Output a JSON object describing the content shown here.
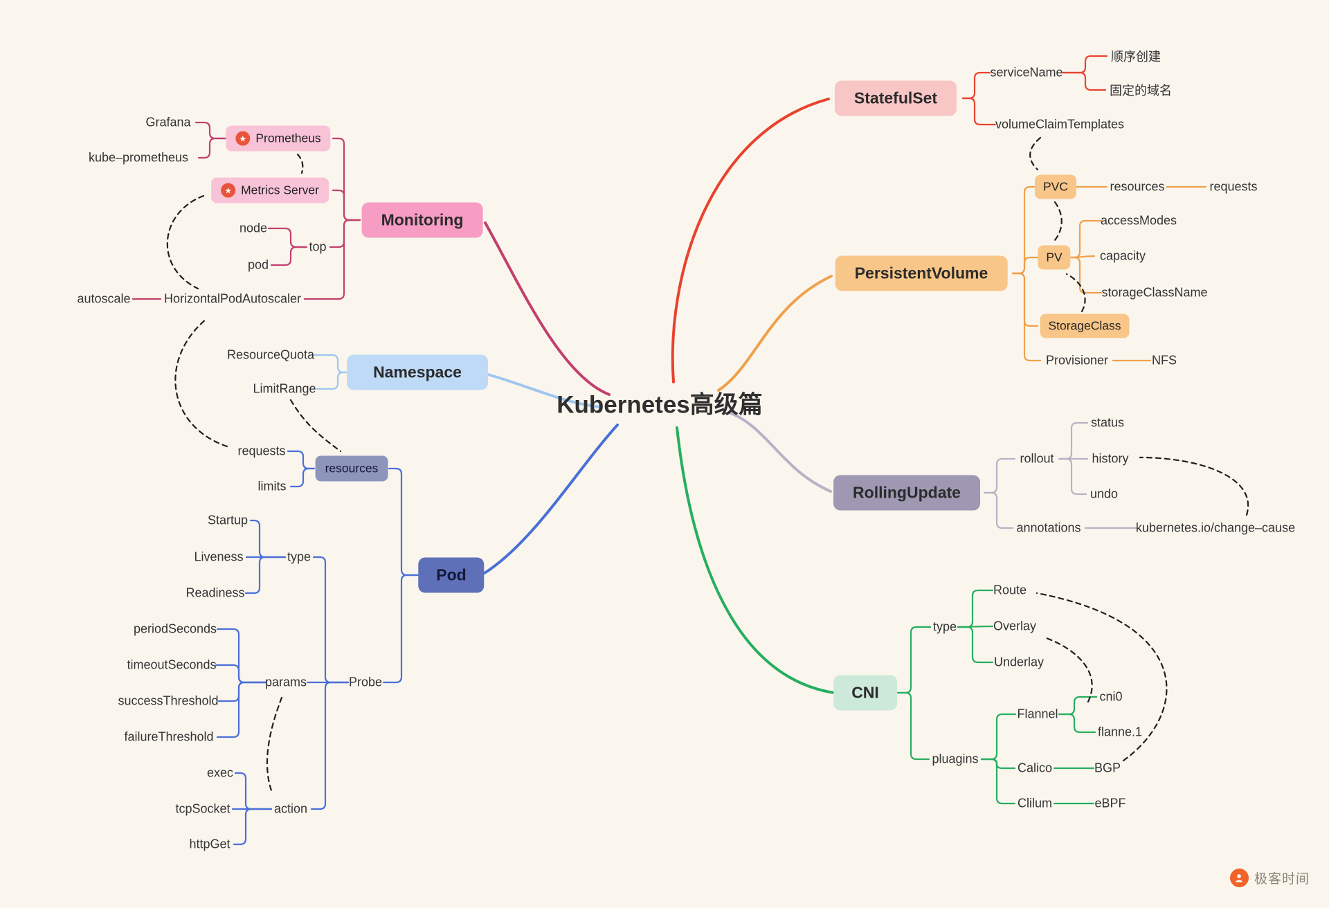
{
  "title": "Kubernetes高级篇",
  "icons": {
    "star": "★"
  },
  "colors": {
    "bg": "#FAF6EE",
    "ink": "#2B2B2B",
    "mon": "#C2406E",
    "monbg": "#F79DC4",
    "pinkbg": "#F9C3D7",
    "badge": "#E8543A",
    "ns": "#9FC6EE",
    "nsbg": "#BEDAF7",
    "pod": "#4A6FD8",
    "podbg": "#5E70B8",
    "resbg": "#8D95BA",
    "sts": "#E8432E",
    "stsbg": "#F8C6C4",
    "pv": "#F0A04B",
    "pvbg": "#F8C688",
    "ru": "#B8B2C6",
    "rubg": "#9E98B3",
    "cni": "#27AE60",
    "cnibg": "#CDE9DA",
    "arrow": "#1F1F1F",
    "logo": "#F2632A"
  },
  "monitoring": {
    "label": "Monitoring",
    "prometheus": "Prometheus",
    "grafana": "Grafana",
    "kube_prometheus": "kube–prometheus",
    "metrics_server": "Metrics Server",
    "node": "node",
    "pod": "pod",
    "top": "top",
    "autoscale": "autoscale",
    "hpa": "HorizontalPodAutoscaler"
  },
  "namespace": {
    "label": "Namespace",
    "resource_quota": "ResourceQuota",
    "limit_range": "LimitRange"
  },
  "pod": {
    "label": "Pod",
    "resources": "resources",
    "requests": "requests",
    "limits": "limits",
    "type": "type",
    "startup": "Startup",
    "liveness": "Liveness",
    "readiness": "Readiness",
    "probe": "Probe",
    "params": "params",
    "period_seconds": "periodSeconds",
    "timeout_seconds": "timeoutSeconds",
    "success_threshold": "successThreshold",
    "failure_threshold": "failureThreshold",
    "action": "action",
    "exec": "exec",
    "tcp_socket": "tcpSocket",
    "http_get": "httpGet"
  },
  "statefulset": {
    "label": "StatefulSet",
    "service_name": "serviceName",
    "ordered_creation": "顺序创建",
    "fixed_domain": "固定的域名",
    "volume_claim_templates": "volumeClaimTemplates"
  },
  "persistent_volume": {
    "label": "PersistentVolume",
    "pvc": "PVC",
    "resources": "resources",
    "requests": "requests",
    "pv": "PV",
    "access_modes": "accessModes",
    "capacity": "capacity",
    "storage_class_name": "storageClassName",
    "storage_class": "StorageClass",
    "provisioner": "Provisioner",
    "nfs": "NFS"
  },
  "rolling_update": {
    "label": "RollingUpdate",
    "rollout": "rollout",
    "status": "status",
    "history": "history",
    "undo": "undo",
    "annotations": "annotations",
    "change_cause": "kubernetes.io/change–cause"
  },
  "cni": {
    "label": "CNI",
    "type": "type",
    "route": "Route",
    "overlay": "Overlay",
    "underlay": "Underlay",
    "pluagins": "pluagins",
    "flannel": "Flannel",
    "cni0": "cni0",
    "flanne1": "flanne.1",
    "calico": "Calico",
    "bgp": "BGP",
    "clilum": "Clilum",
    "ebpf": "eBPF"
  },
  "logo": {
    "text": "极客时间"
  }
}
